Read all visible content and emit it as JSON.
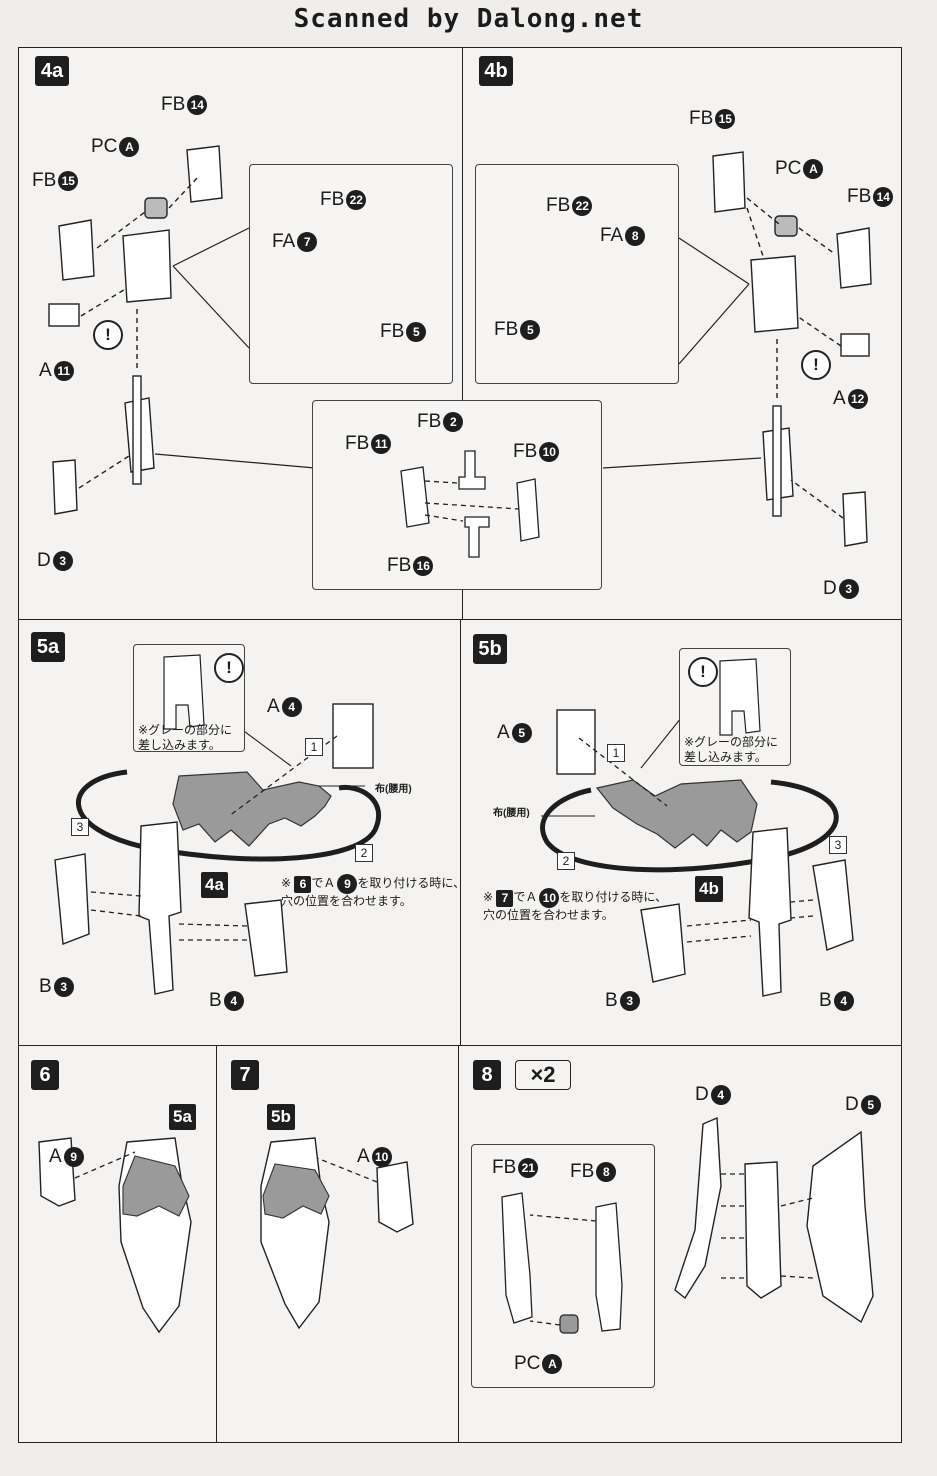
{
  "header": {
    "title": "Scanned by Dalong.net"
  },
  "steps": {
    "s4a": "4a",
    "s4b": "4b",
    "s5a": "5a",
    "s5b": "5b",
    "s6": "6",
    "s7": "7",
    "s8": "8",
    "times": "×2"
  },
  "parts": {
    "s4a": {
      "fb14": {
        "p": "FB",
        "n": "14"
      },
      "pca": {
        "p": "PC",
        "n": "A"
      },
      "fb15": {
        "p": "FB",
        "n": "15"
      },
      "a11": {
        "p": "A",
        "n": "11"
      },
      "d3": {
        "p": "D",
        "n": "3"
      },
      "fb22": {
        "p": "FB",
        "n": "22"
      },
      "fa7": {
        "p": "FA",
        "n": "7"
      },
      "fb5": {
        "p": "FB",
        "n": "5"
      }
    },
    "s4b": {
      "fb15": {
        "p": "FB",
        "n": "15"
      },
      "pca": {
        "p": "PC",
        "n": "A"
      },
      "fb14": {
        "p": "FB",
        "n": "14"
      },
      "a12": {
        "p": "A",
        "n": "12"
      },
      "d3": {
        "p": "D",
        "n": "3"
      },
      "fb22": {
        "p": "FB",
        "n": "22"
      },
      "fa8": {
        "p": "FA",
        "n": "8"
      },
      "fb5": {
        "p": "FB",
        "n": "5"
      }
    },
    "shared": {
      "fb2": {
        "p": "FB",
        "n": "2"
      },
      "fb11": {
        "p": "FB",
        "n": "11"
      },
      "fb10": {
        "p": "FB",
        "n": "10"
      },
      "fb16": {
        "p": "FB",
        "n": "16"
      }
    },
    "s5a": {
      "a4": {
        "p": "A",
        "n": "4"
      },
      "b3": {
        "p": "B",
        "n": "3"
      },
      "b4": {
        "p": "B",
        "n": "4"
      },
      "ref": "4a"
    },
    "s5b": {
      "a5": {
        "p": "A",
        "n": "5"
      },
      "b3": {
        "p": "B",
        "n": "3"
      },
      "b4": {
        "p": "B",
        "n": "4"
      },
      "ref": "4b"
    },
    "s6": {
      "a9": {
        "p": "A",
        "n": "9"
      },
      "ref": "5a"
    },
    "s7": {
      "a10": {
        "p": "A",
        "n": "10"
      },
      "ref": "5b"
    },
    "s8": {
      "d4": {
        "p": "D",
        "n": "4"
      },
      "d5": {
        "p": "D",
        "n": "5"
      },
      "fb21": {
        "p": "FB",
        "n": "21"
      },
      "fb8": {
        "p": "FB",
        "n": "8"
      },
      "pca": {
        "p": "PC",
        "n": "A"
      }
    }
  },
  "notes": {
    "gray_line1": "※グレーの部分に",
    "gray_line2": "差し込みます。",
    "cloth": "布(腰用)",
    "s5a_note_pre": "※",
    "s5a_note_sq": "6",
    "s5a_note_mid": "でＡ",
    "s5a_note_num": "9",
    "s5a_note_post": "を取り付ける時に、",
    "s5a_note_line2": "穴の位置を合わせます。",
    "s5b_note_pre": "※",
    "s5b_note_sq": "7",
    "s5b_note_mid": "でＡ",
    "s5b_note_num": "10",
    "s5b_note_post": "を取り付ける時に、",
    "s5b_note_line2": "穴の位置を合わせます。",
    "warn": "!",
    "seq1": "1",
    "seq2": "2",
    "seq3": "3"
  }
}
